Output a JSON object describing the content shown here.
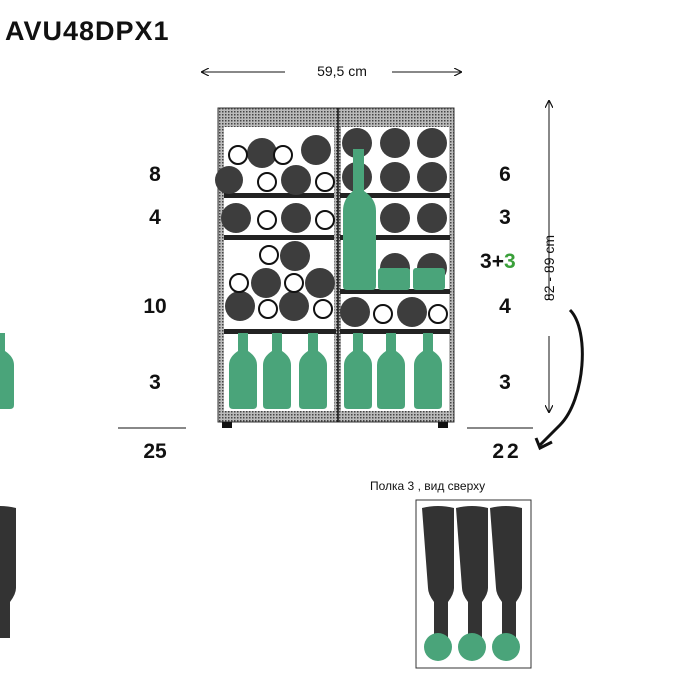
{
  "title": "AVU48DPX1",
  "width_label": "59,5 cm",
  "height_label": "82 - 89 cm",
  "left_counts": [
    "8",
    "4",
    "10",
    "3"
  ],
  "left_total": "25",
  "right_counts": [
    "6",
    "3",
    "4",
    "3"
  ],
  "right_mixed": {
    "a": "3",
    "plus": "+",
    "b": "3"
  },
  "right_total": "22",
  "top_view_caption": "Полка 3 , вид сверху",
  "colors": {
    "bottle_green": "#4aa47a",
    "dark": "#3d3d3d",
    "accent_green": "#3aa03a"
  }
}
